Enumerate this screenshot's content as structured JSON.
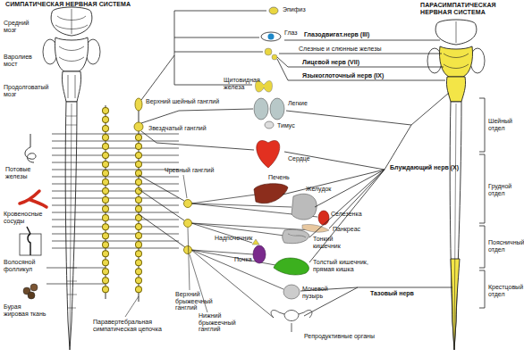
{
  "diagram": {
    "labels": [
      "СИМПАТИЧЕСКАЯ НЕРВНАЯ СИСТЕМА",
      "ПАРАСИМПАТИЧЕСКАЯ НЕРВНАЯ СИСТЕМА",
      "Средний мозг",
      "Варолиев мост",
      "Продолговатый мозг",
      "Эпифиз",
      "Глаз",
      "Глазодвигат.нерв (III)",
      "Слезные и слюнные железы",
      "Щитовидная железа",
      "Лицевой нерв (VII)",
      "Верхний шейный ганглий",
      "Языкоглоточный нерв (IX)",
      "Звездчатый ганглий",
      "Легкие",
      "Тимус",
      "Потовые железы",
      "Сердце",
      "Блуждающий нерв (X)",
      "Чревный ганглий",
      "Печень",
      "Желудок",
      "Селезенка",
      "Кровеносные сосуды",
      "Надпочечник",
      "Панкреас",
      "Тонкий кишечник",
      "Почка",
      "Волосяной фолликул",
      "Толстый кишечник, прямая кишка",
      "Верхний брыжеечный ганглий",
      "Тазовый нерв",
      "Мочевой пузырь",
      "Нижний брыжеечный ганглий",
      "Бурая жировая ткань",
      "Паравертебральная симпатическая цепочка",
      "Репродуктивные органы",
      "Шейный отдел",
      "Грудной отдел",
      "Поясничный отдел",
      "Крестцовый отдел"
    ]
  }
}
